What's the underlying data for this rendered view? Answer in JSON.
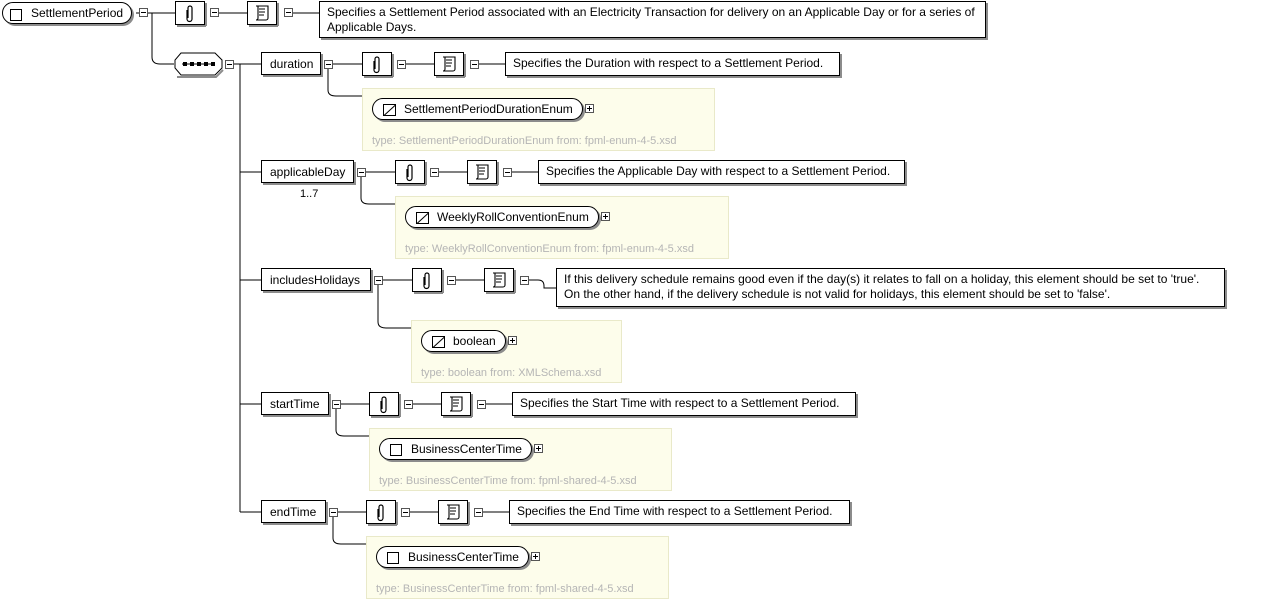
{
  "root": {
    "name": "SettlementPeriod",
    "documentation": "Specifies a Settlement Period associated with an Electricity Transaction for delivery on an Applicable Day or for a series of Applicable Days."
  },
  "elements": [
    {
      "name": "duration",
      "documentation": "Specifies the Duration with respect to a Settlement Period.",
      "type_name": "SettlementPeriodDurationEnum",
      "type_kind": "simple",
      "type_label": "type: SettlementPeriodDurationEnum from: fpml-enum-4-5.xsd",
      "cardinality": ""
    },
    {
      "name": "applicableDay",
      "documentation": "Specifies the Applicable Day with respect to a Settlement Period.",
      "type_name": "WeeklyRollConventionEnum",
      "type_kind": "simple",
      "type_label": "type: WeeklyRollConventionEnum from: fpml-enum-4-5.xsd",
      "cardinality": "1..7"
    },
    {
      "name": "includesHolidays",
      "documentation": "If this delivery schedule remains good even if the day(s) it relates to fall on a holiday, this element should be set to 'true'. On the other hand, if the delivery schedule is not valid for holidays, this element should be set to 'false'.",
      "type_name": "boolean",
      "type_kind": "simple",
      "type_label": "type: boolean from: XMLSchema.xsd",
      "cardinality": ""
    },
    {
      "name": "startTime",
      "documentation": "Specifies the Start Time with respect to a Settlement Period.",
      "type_name": "BusinessCenterTime",
      "type_kind": "complex",
      "type_label": "type: BusinessCenterTime from: fpml-shared-4-5.xsd",
      "cardinality": ""
    },
    {
      "name": "endTime",
      "documentation": "Specifies the End Time with respect to a Settlement Period.",
      "type_name": "BusinessCenterTime",
      "type_kind": "complex",
      "type_label": "type: BusinessCenterTime from: fpml-shared-4-5.xsd",
      "cardinality": ""
    }
  ],
  "icons": {
    "annotation": "paperclip-icon",
    "documentation": "scroll-icon",
    "sequence": "sequence-compositor-icon",
    "simple_type": "simple-type-icon",
    "complex_type": "complex-type-icon"
  }
}
